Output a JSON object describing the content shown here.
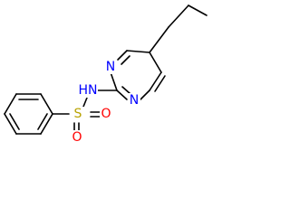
{
  "molecule": {
    "name": "",
    "colors": {
      "bond": "#000000",
      "nitrogen": "#0000ff",
      "sulfur": "#b8a200",
      "oxygen": "#ff0000",
      "background": "#ffffff"
    },
    "atoms": [
      {
        "id": "n_ring_top",
        "element": "N",
        "label": "N"
      },
      {
        "id": "n_ring_bottom",
        "element": "N",
        "label": "N"
      },
      {
        "id": "nh",
        "element": "N",
        "label": "HN"
      },
      {
        "id": "s",
        "element": "S",
        "label": "S"
      },
      {
        "id": "o_right",
        "element": "O",
        "label": "O"
      },
      {
        "id": "o_bottom",
        "element": "O",
        "label": "O"
      }
    ]
  }
}
